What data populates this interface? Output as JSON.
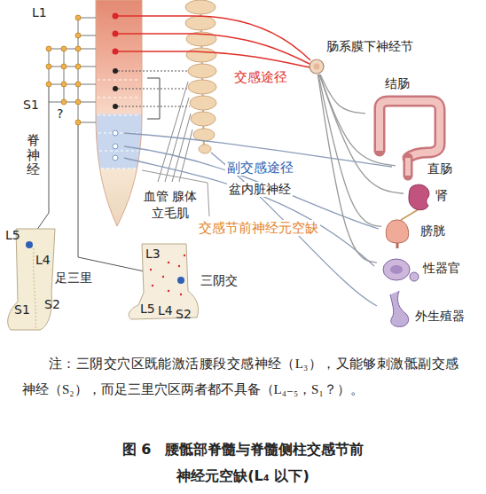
{
  "diagram": {
    "caption": "图 6　腰骶部脊髓与脊髓侧柱交感节前神经元空缺(L₄ 以下)",
    "nodes": [
      {
        "text": [
          "肠系膜下神经节"
        ]
      },
      {
        "text": [
          "结肠"
        ]
      },
      {
        "text": [
          "直肠"
        ]
      },
      {
        "text": [
          "肾"
        ]
      },
      {
        "text": [
          "膀胱"
        ]
      },
      {
        "text": [
          "性器官"
        ]
      },
      {
        "text": [
          "外生殖器"
        ]
      },
      {
        "text": [
          "L5",
          "L4",
          "足三里",
          "S1",
          "S2"
        ]
      },
      {
        "text": [
          "L3",
          "三阴交",
          "L5",
          "L4",
          "S2"
        ]
      }
    ],
    "edges": [
      {
        "from": 0,
        "to": 1,
        "arrow": "none"
      },
      {
        "from": 0,
        "to": 2,
        "arrow": "none"
      },
      {
        "from": 0,
        "to": 3,
        "arrow": "none"
      },
      {
        "from": 0,
        "to": 4,
        "arrow": "none"
      },
      {
        "from": 0,
        "to": 5,
        "arrow": "none"
      }
    ],
    "labels": [
      "L1",
      "S1",
      "?",
      "脊神经",
      "交感途径",
      "副交感途径",
      "盆内脏神经",
      "血管 腺体 立毛肌",
      "交感节前神经元空缺",
      "注：三阴交穴区既能激活腰段交感神经（L₃），又能够刺激骶副交感神经（S₂），而足三里穴区两者都不具备（L₄₋₅，S₁？）。"
    ]
  }
}
